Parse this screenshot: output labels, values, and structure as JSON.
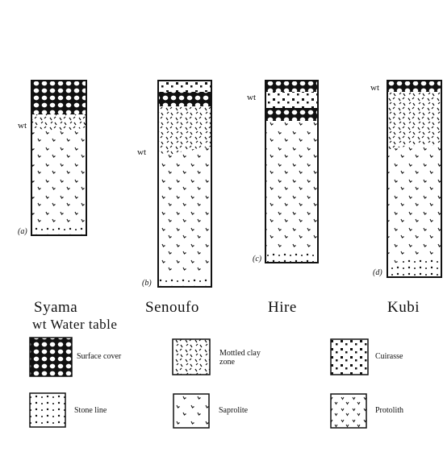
{
  "profiles": [
    {
      "id": "a",
      "name": "Syama",
      "tag": "(a)",
      "wt": "wt",
      "layers": [
        "surface-cover",
        "mottled-clay",
        "saprolite",
        "stone-line"
      ]
    },
    {
      "id": "b",
      "name": "Senoufo",
      "tag": "(b)",
      "wt": "wt",
      "layers": [
        "cuirasse",
        "surface-cover",
        "mottled-clay",
        "saprolite",
        "stone-line"
      ]
    },
    {
      "id": "c",
      "name": "Hire",
      "tag": "(c)",
      "wt": "wt",
      "layers": [
        "surface-cover",
        "cuirasse",
        "surface-cover",
        "saprolite",
        "stone-line"
      ]
    },
    {
      "id": "d",
      "name": "Kubi",
      "tag": "(d)",
      "wt": "wt",
      "layers": [
        "surface-cover",
        "mottled-clay",
        "saprolite",
        "stone-line"
      ]
    }
  ],
  "legend": {
    "title": "wt Water table",
    "items": [
      {
        "key": "surface-cover",
        "label": "Surface cover"
      },
      {
        "key": "mottled-clay",
        "label": "Mottled clay zone"
      },
      {
        "key": "cuirasse",
        "label": "Cuirasse"
      },
      {
        "key": "stone-line",
        "label": "Stone line"
      },
      {
        "key": "saprolite",
        "label": "Saprolite"
      },
      {
        "key": "protolith",
        "label": "Protolith"
      }
    ]
  }
}
